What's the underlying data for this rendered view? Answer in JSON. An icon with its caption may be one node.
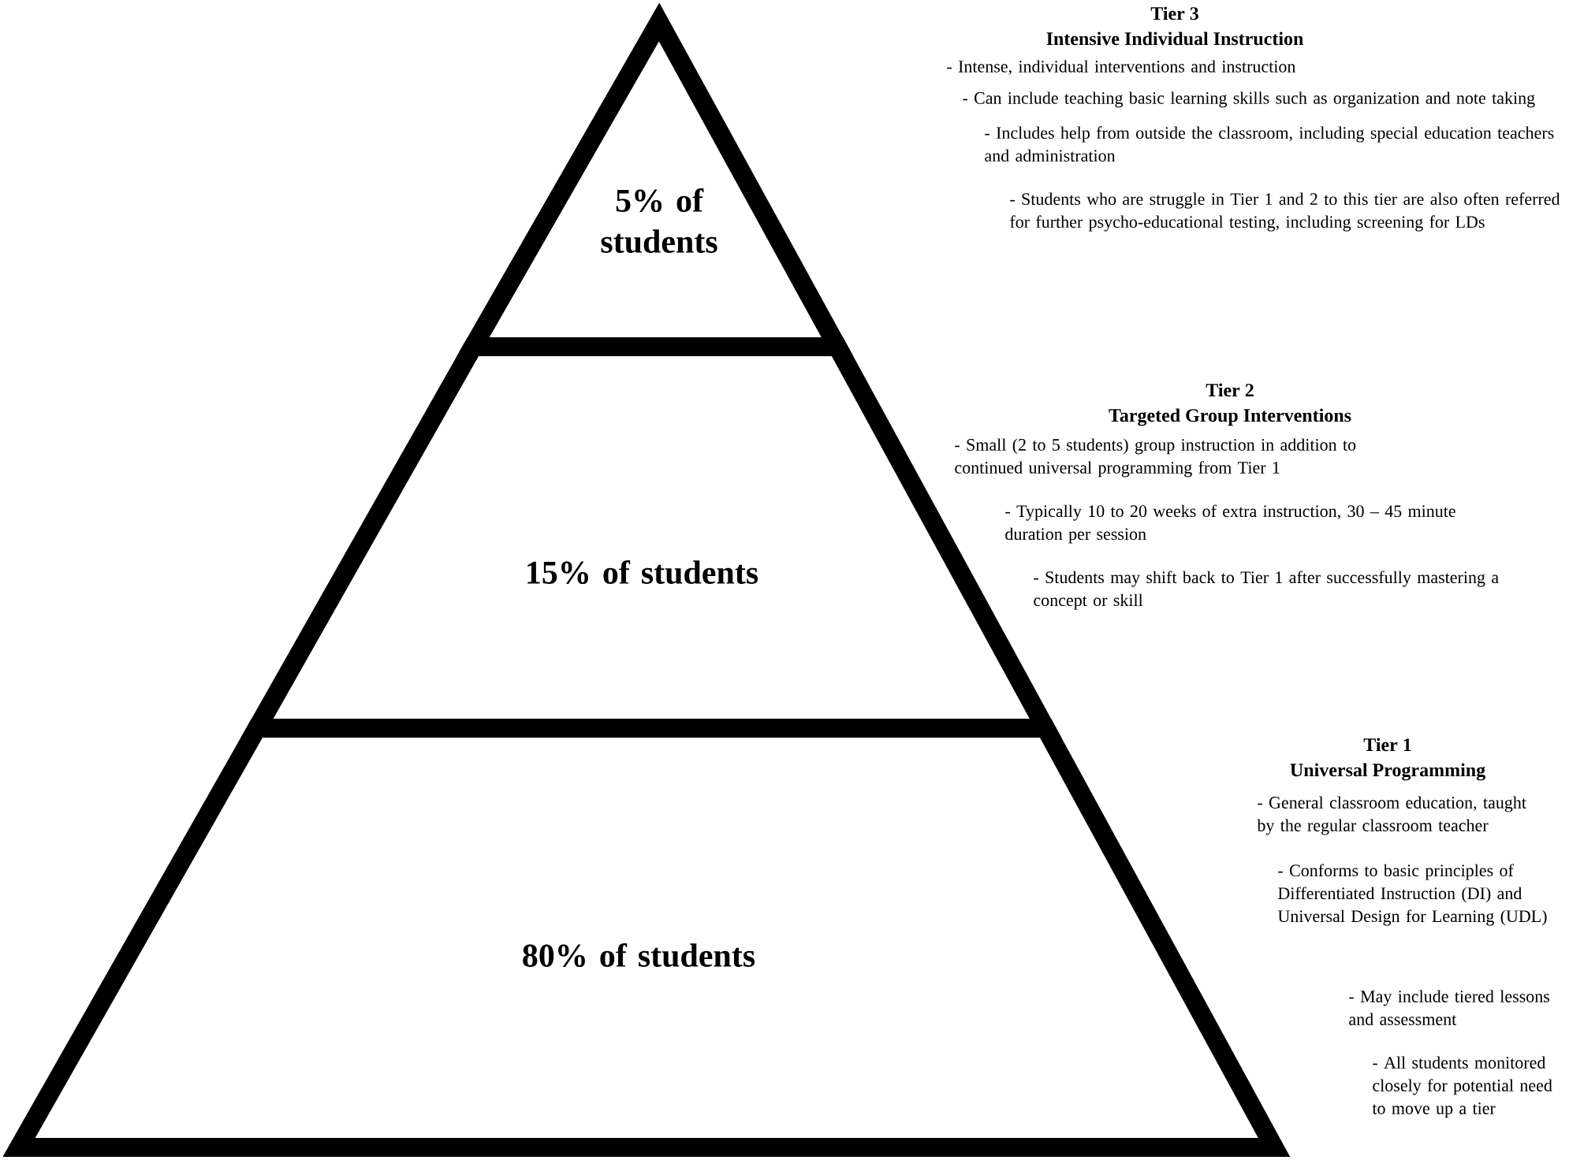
{
  "diagram": {
    "nodes": [
      {
        "text": [
          "5% of students"
        ],
        "beside": [
          "Tier 3",
          "Intensive Individual Instruction",
          "- Intense, individual interventions and instruction",
          "- Can include teaching basic learning skills such as organization and note taking",
          "- Includes help from outside the classroom, including special education teachers and administration",
          "- Students who are struggle in Tier 1 and 2 to this tier are also often referred for further psycho-educational testing, including screening for LDs"
        ]
      },
      {
        "text": [
          "15% of students"
        ],
        "beside": [
          "Tier 2",
          "Targeted Group Interventions",
          "- Small (2 to 5 students) group instruction in addition to continued universal programming from Tier 1",
          "- Typically 10 to 20 weeks of extra instruction, 30 – 45 minute duration per session",
          "- Students may shift back to Tier 1 after successfully mastering a concept or skill"
        ]
      },
      {
        "text": [
          "80% of students"
        ],
        "beside": [
          "Tier 1",
          "Universal Programming",
          "- General classroom education, taught by the regular classroom teacher",
          "- Conforms to basic principles of Differentiated Instruction (DI) and Universal Design for Learning (UDL)",
          "- May include tiered lessons and assessment",
          "- All students monitored closely for potential need to move up a tier"
        ]
      }
    ]
  }
}
